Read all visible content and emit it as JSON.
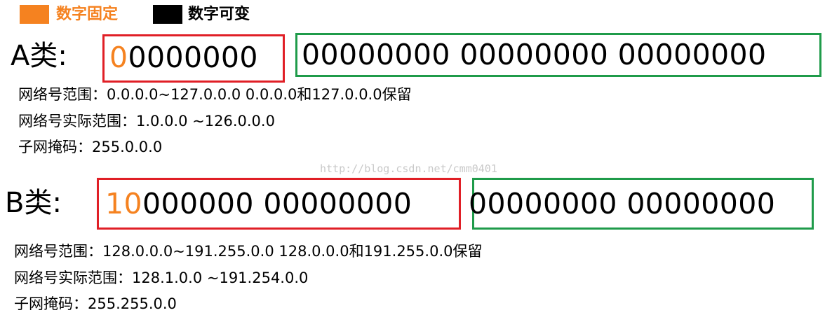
{
  "legend": {
    "fixed": {
      "label": "数字固定",
      "color": "#f58220"
    },
    "variable": {
      "label": "数字可变",
      "color": "#000000"
    }
  },
  "class_a": {
    "label": "A类:",
    "network_fixed": "0",
    "network_var": "0000000",
    "host": "00000000 00000000  00000000",
    "info": [
      "网络号范围：0.0.0.0~127.0.0.0    0.0.0.0和127.0.0.0保留",
      "网络号实际范围：1.0.0.0 ~126.0.0.0",
      "子网掩码：255.0.0.0"
    ]
  },
  "class_b": {
    "label": "B类:",
    "network_fixed": "10",
    "network_var": "000000   00000000",
    "host": "00000000  00000000",
    "info": [
      "网络号范围：128.0.0.0~191.255.0.0    128.0.0.0和191.255.0.0保留",
      "网络号实际范围：128.1.0.0 ~191.254.0.0",
      "子网掩码：255.255.0.0"
    ]
  },
  "colors": {
    "fixed": "#f58220",
    "network_box": "#e01f26",
    "host_box": "#1f9b4a"
  },
  "watermark": "http://blog.csdn.net/cmm0401"
}
